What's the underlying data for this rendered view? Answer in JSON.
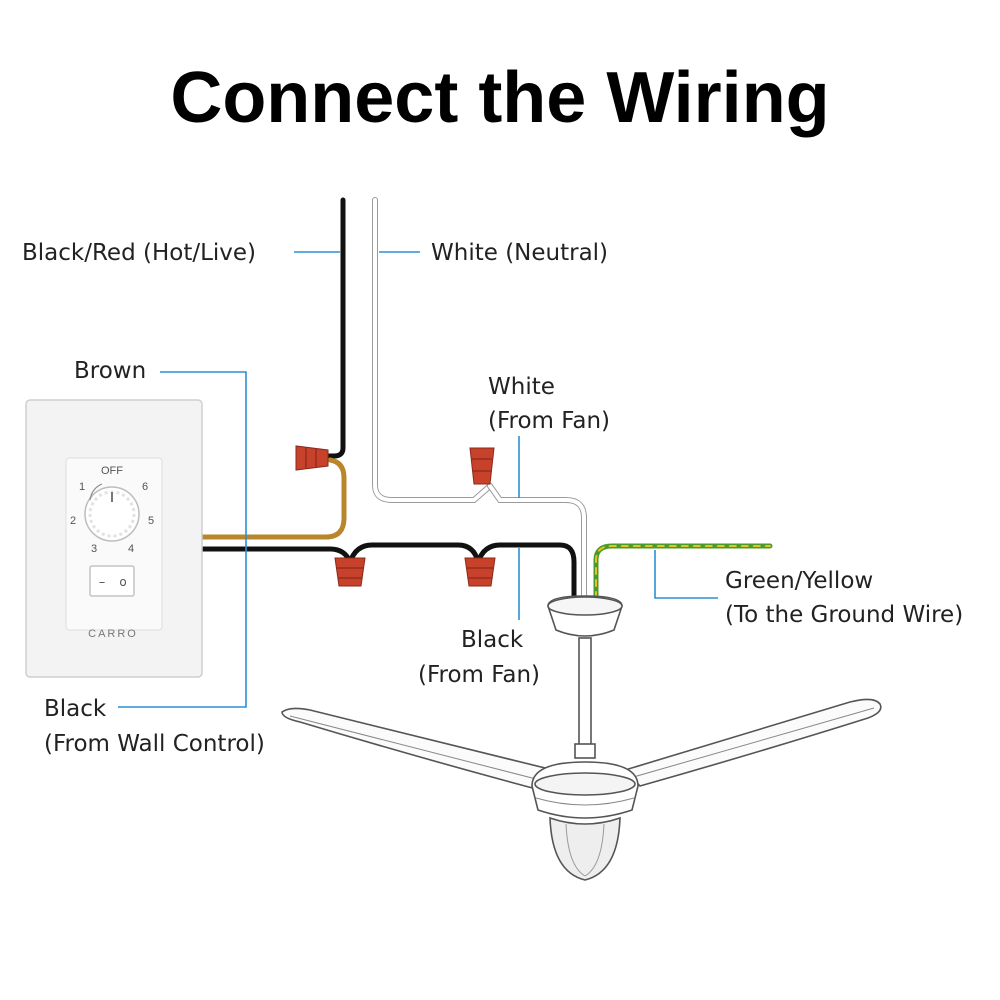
{
  "title": "Connect the Wiring",
  "labels": {
    "hot_live": "Black/Red (Hot/Live)",
    "neutral": "White (Neutral)",
    "brown": "Brown",
    "white_from_fan_1": "White",
    "white_from_fan_2": "(From Fan)",
    "ground_1": "Green/Yellow",
    "ground_2": "(To the Ground Wire)",
    "black_from_fan_1": "Black",
    "black_from_fan_2": "(From Fan)",
    "black_wall_1": "Black",
    "black_wall_2": "(From Wall Control)"
  },
  "wall_control": {
    "off_label": "OFF",
    "speeds": [
      "1",
      "2",
      "3",
      "4",
      "5",
      "6"
    ],
    "brand": "CARRO",
    "switch_off_glyph": "–",
    "switch_on_glyph": "o"
  },
  "colors": {
    "black_wire": "#111111",
    "white_wire": "#ffffff",
    "brown_wire": "#b8862b",
    "green_wire": "#4c9a2a",
    "yellow_wire": "#e0c324",
    "wire_nut": "#c8412b",
    "leader_line": "#2b8fd6"
  }
}
